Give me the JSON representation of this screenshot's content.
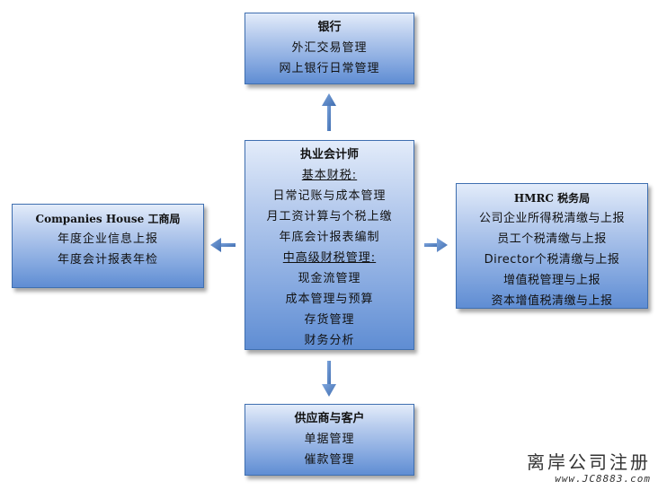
{
  "bank": {
    "title": "银行",
    "lines": [
      "外汇交易管理",
      "网上银行日常管理"
    ]
  },
  "cpa": {
    "title": "执业会计师",
    "section1": "基本财税:",
    "lines1": [
      "日常记账与成本管理",
      "月工资计算与个税上缴",
      "年底会计报表编制"
    ],
    "section2": "中高级财税管理:",
    "lines2": [
      "现金流管理",
      "成本管理与预算",
      "存货管理",
      "财务分析"
    ]
  },
  "companies_house": {
    "title": "Companies House 工商局",
    "lines": [
      "年度企业信息上报",
      "年度会计报表年检"
    ]
  },
  "hmrc": {
    "title": "HMRC 税务局",
    "lines": [
      "公司企业所得税清缴与上报",
      "员工个税清缴与上报",
      "Director个税清缴与上报",
      "增值税管理与上报",
      "资本增值税清缴与上报"
    ]
  },
  "supplier": {
    "title": "供应商与客户",
    "lines": [
      "单据管理",
      "催款管理"
    ]
  },
  "watermark": {
    "text": "离岸公司注册",
    "url": "www.JC8883.com"
  },
  "colors": {
    "box_top": "#e3ecfa",
    "box_bottom": "#5f8dd3",
    "arrow": "#4a78b8"
  }
}
